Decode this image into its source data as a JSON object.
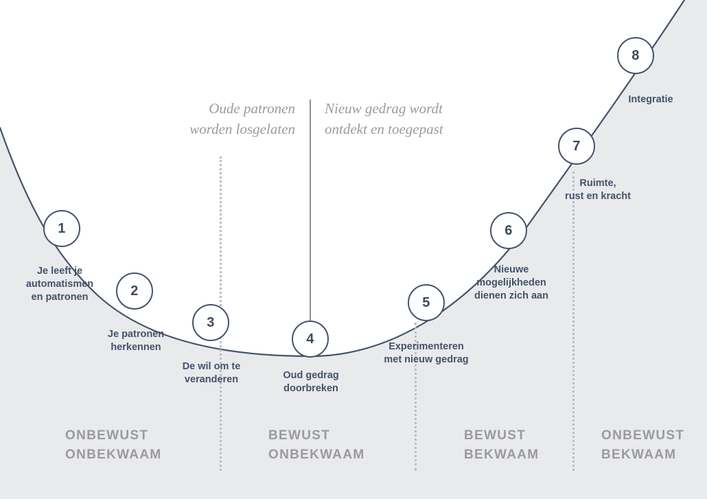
{
  "diagram": {
    "title_text": "",
    "colors": {
      "curve_stroke": "#44526a",
      "node_text": "#3d4a5c",
      "label_text": "#44526a",
      "note_text": "#9b9b9b",
      "zone_text": "#9a9a9f",
      "fill_gray": "#e9eaec",
      "background": "#ffffff",
      "dotted_line": "#bcbcc2",
      "solid_divider": "#8d8d92"
    },
    "nodes": [
      {
        "number": "1",
        "label": "Je leeft je\nautomatismen\nen patronen"
      },
      {
        "number": "2",
        "label": "Je patronen\nherkennen"
      },
      {
        "number": "3",
        "label": "De wil om te\nveranderen"
      },
      {
        "number": "4",
        "label": "Oud gedrag\ndoorbreken"
      },
      {
        "number": "5",
        "label": "Experimenteren\nmet nieuw gedrag"
      },
      {
        "number": "6",
        "label": "Nieuwe\nmogelijkheden\ndienen zich aan"
      },
      {
        "number": "7",
        "label": "Ruimte,\nrust en kracht"
      },
      {
        "number": "8",
        "label": "Integratie"
      }
    ],
    "phase_notes": [
      {
        "text": "Oude patronen\nworden losgelaten"
      },
      {
        "text": "Nieuw gedrag wordt\nontdekt en toegepast"
      }
    ],
    "zones": [
      {
        "text": "ONBEWUST\nONBEKWAAM"
      },
      {
        "text": "BEWUST\nONBEKWAAM"
      },
      {
        "text": "BEWUST\nBEKWAAM"
      },
      {
        "text": "ONBEWUST\nBEKWAAM"
      }
    ]
  }
}
